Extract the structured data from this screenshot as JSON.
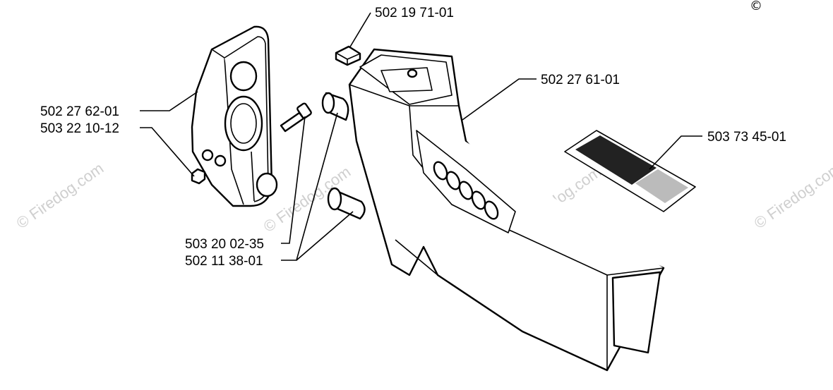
{
  "copyright_symbol": "©",
  "watermark_text": "© Firedog.com",
  "part_labels": {
    "p502197101": "502 19 71-01",
    "p502276101": "502 27 61-01",
    "p502276201": "502 27 62-01",
    "p503221012": "503 22 10-12",
    "p503734501": "503 73 45-01",
    "p503200235": "503 20 02-35",
    "p502113801": "502 11 38-01"
  },
  "colors": {
    "line": "#000000",
    "watermark": "#cfcfcf",
    "background": "#ffffff"
  }
}
